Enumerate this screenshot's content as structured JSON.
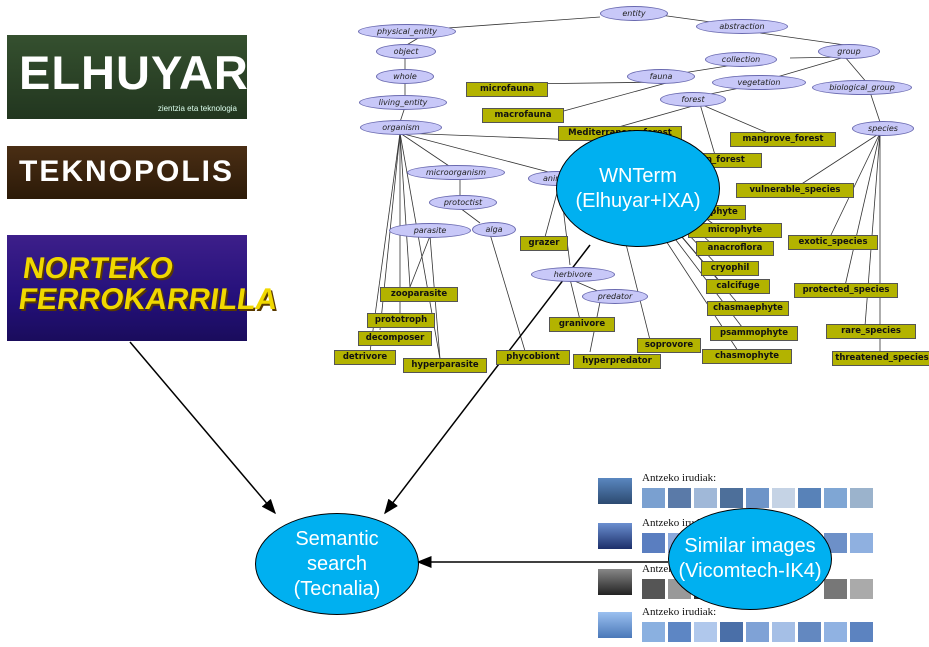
{
  "logos": {
    "elhuyar": {
      "name": "ELHUYAR",
      "sub": "zientzia eta teknologia"
    },
    "teknopolis": {
      "name": "TEKNOPOLIS"
    },
    "norteko": {
      "name": "NORTEKO FERROKARRILLA"
    }
  },
  "ontology": {
    "ellipses": [
      "entity",
      "abstraction",
      "physical_entity",
      "group",
      "object",
      "collection",
      "vegetation",
      "fauna",
      "biological_group",
      "whole",
      "forest",
      "living_entity",
      "organism",
      "species",
      "microorganism",
      "animal",
      "protoctist",
      "alga",
      "parasite",
      "herbivore",
      "predator"
    ],
    "boxes": [
      "microfauna",
      "macrofauna",
      "Mediterranean_forest",
      "mangrove_forest",
      "rain_forest",
      "vulnerable_species",
      "phyte",
      "microphyte",
      "anacroflora",
      "grazer",
      "exotic_species",
      "cryophil",
      "calcifuge",
      "zooparasite",
      "protected_species",
      "prototroph",
      "chasmaephyte",
      "granivore",
      "decomposer",
      "psammophyte",
      "rare_species",
      "soprovore",
      "detrivore",
      "phycobiont",
      "chasmophyte",
      "hyperparasite",
      "hyperpredator",
      "threatened_species"
    ]
  },
  "bubbles": {
    "wnterm": "WNTerm (Elhuyar+IXA)",
    "semantic": "Semantic search (Tecnalia)",
    "similar": "Similar images (Vicomtech-IK4)"
  },
  "image_strips": {
    "label": "Antzeko irudiak:"
  },
  "colors": {
    "bubble": "#00b0f0",
    "ellipse": "#c8c8f8",
    "box": "#b3b300"
  }
}
